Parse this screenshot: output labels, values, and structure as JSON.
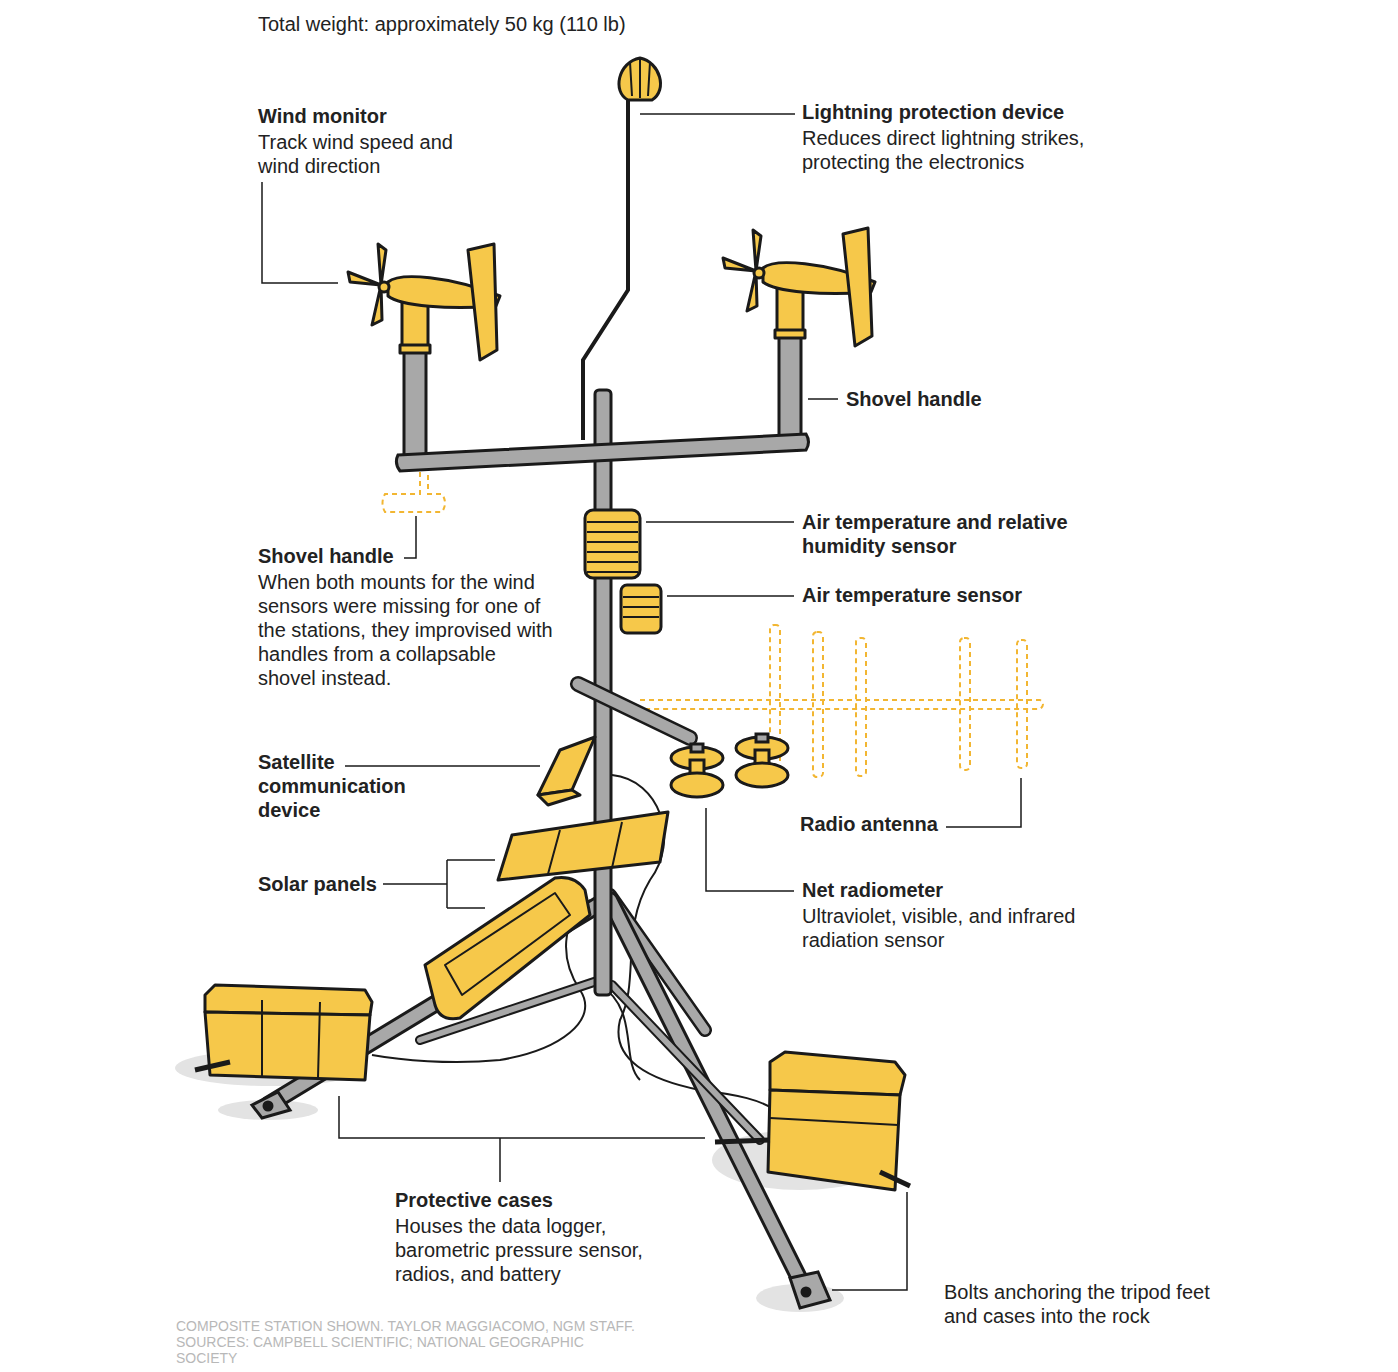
{
  "diagram": {
    "caption": "COMPOSITE STATION SHOWN. TAYLOR MAGGIACOMO, NGM STAFF. SOURCES: CAMPBELL SCIENTIFIC; NATIONAL GEOGRAPHIC SOCIETY",
    "labels": [
      "Total weight: approximately 50 kg (110 lb)",
      "Wind monitor",
      "Track wind speed and wind direction",
      "Lightning protection device",
      "Reduces direct lightning strikes, protecting the electronics",
      "Shovel handle",
      "Shovel handle",
      "When both mounts for the wind sensors were missing for one of the stations, they improvised with handles from a collapsable shovel instead.",
      "Air temperature and relative humidity sensor",
      "Air temperature sensor",
      "Satellite communication device",
      "Radio antenna",
      "Solar panels",
      "Net radiometer",
      "Ultraviolet, visible, and infrared radiation sensor",
      "Protective cases",
      "Houses the data logger, barometric pressure sensor, radios, and battery",
      "Bolts anchoring the tripod feet and cases into the rock"
    ]
  }
}
